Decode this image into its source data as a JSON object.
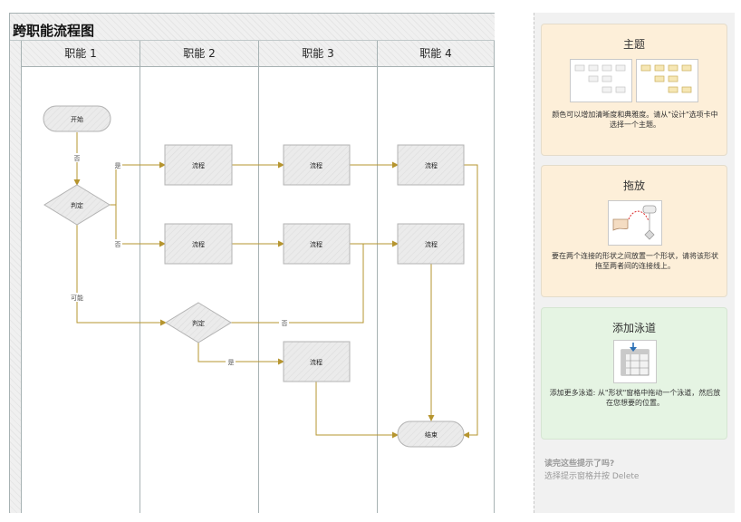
{
  "diagram": {
    "title": "跨职能流程图",
    "lanes": [
      "职能 1",
      "职能 2",
      "职能 3",
      "职能 4"
    ]
  },
  "shapes": {
    "start": "开始",
    "decision1": "判定",
    "process_l2_a": "流程",
    "process_l3_a": "流程",
    "process_l4_a": "流程",
    "process_l2_b": "流程",
    "process_l3_b": "流程",
    "process_l4_b": "流程",
    "decision2": "判定",
    "process_l3_c": "流程",
    "end": "结束"
  },
  "edge_labels": {
    "no_1": "否",
    "yes_1": "是",
    "no_2": "否",
    "maybe": "可能",
    "no_3": "否",
    "yes_2": "是"
  },
  "tips": {
    "theme": {
      "title": "主题",
      "desc": "颜色可以增加清晰度和典雅度。请从\"设计\"选项卡中选择一个主题。"
    },
    "dragdrop": {
      "title": "拖放",
      "desc": "要在两个连接的形状之间放置一个形状，请将该形状拖至两者间的连接线上。"
    },
    "add_lane": {
      "title": "添加泳道",
      "desc": "添加更多泳道: 从\"形状\"窗格中拖动一个泳道，然后放在您想要的位置。"
    },
    "done_question": "读完这些提示了吗?",
    "close_hint": "选择提示窗格并按 Delete"
  },
  "colors": {
    "connector": "#b6952f",
    "shape_fill": "#ebebeb",
    "orange_card": "#fdefd9",
    "green_card": "#e5f4e3"
  }
}
